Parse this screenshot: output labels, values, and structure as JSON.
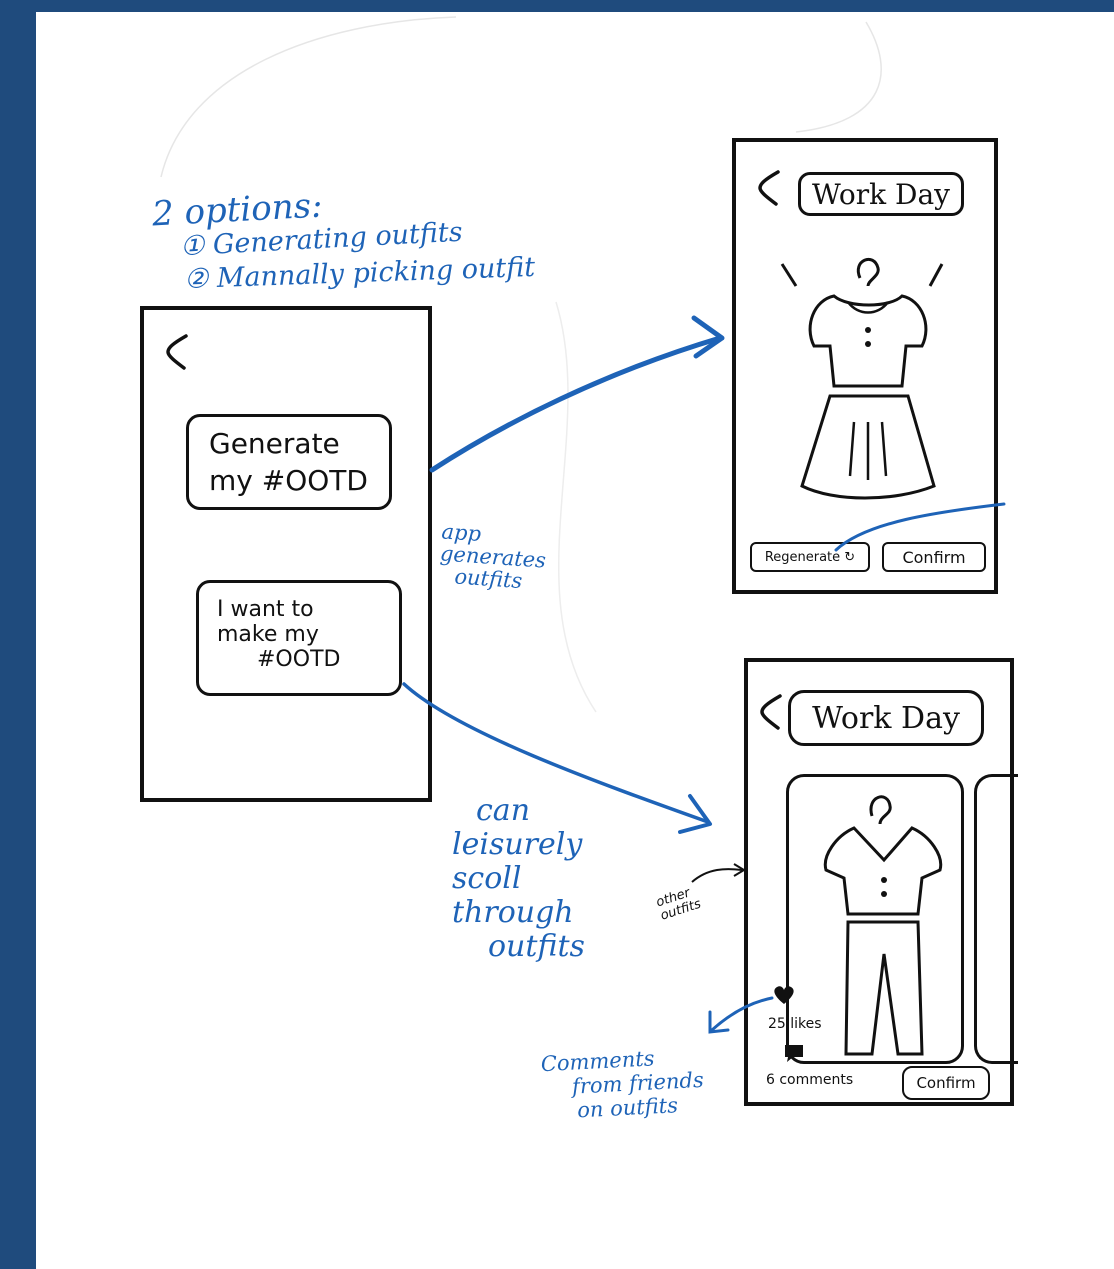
{
  "notes": {
    "options_heading": "2 options:",
    "option1": "① Generating outfits",
    "option2": "② Mannally picking outfit",
    "app_generates": [
      "app",
      "generates",
      "outfits"
    ],
    "can_scroll": [
      "can",
      "leisurely",
      "scoll",
      "through",
      "outfits"
    ],
    "comments_from_friends": [
      "Comments",
      "from friends",
      "on outfits"
    ],
    "other_outfits": [
      "other",
      "outfits"
    ]
  },
  "screen_choose": {
    "generate_button": [
      "Generate",
      "my #OOTD"
    ],
    "manual_button": [
      "I want to",
      "make my",
      "#OOTD"
    ]
  },
  "screen_generated": {
    "title": "Work Day",
    "regenerate_label": "Regenerate ↻",
    "confirm_label": "Confirm"
  },
  "screen_browse": {
    "title": "Work Day",
    "likes": "25 likes",
    "comments": "6 comments",
    "confirm_label": "Confirm"
  },
  "colors": {
    "ink_blue": "#1e63b7",
    "frame_navy": "#1f4b7d",
    "ink_black": "#111111"
  }
}
